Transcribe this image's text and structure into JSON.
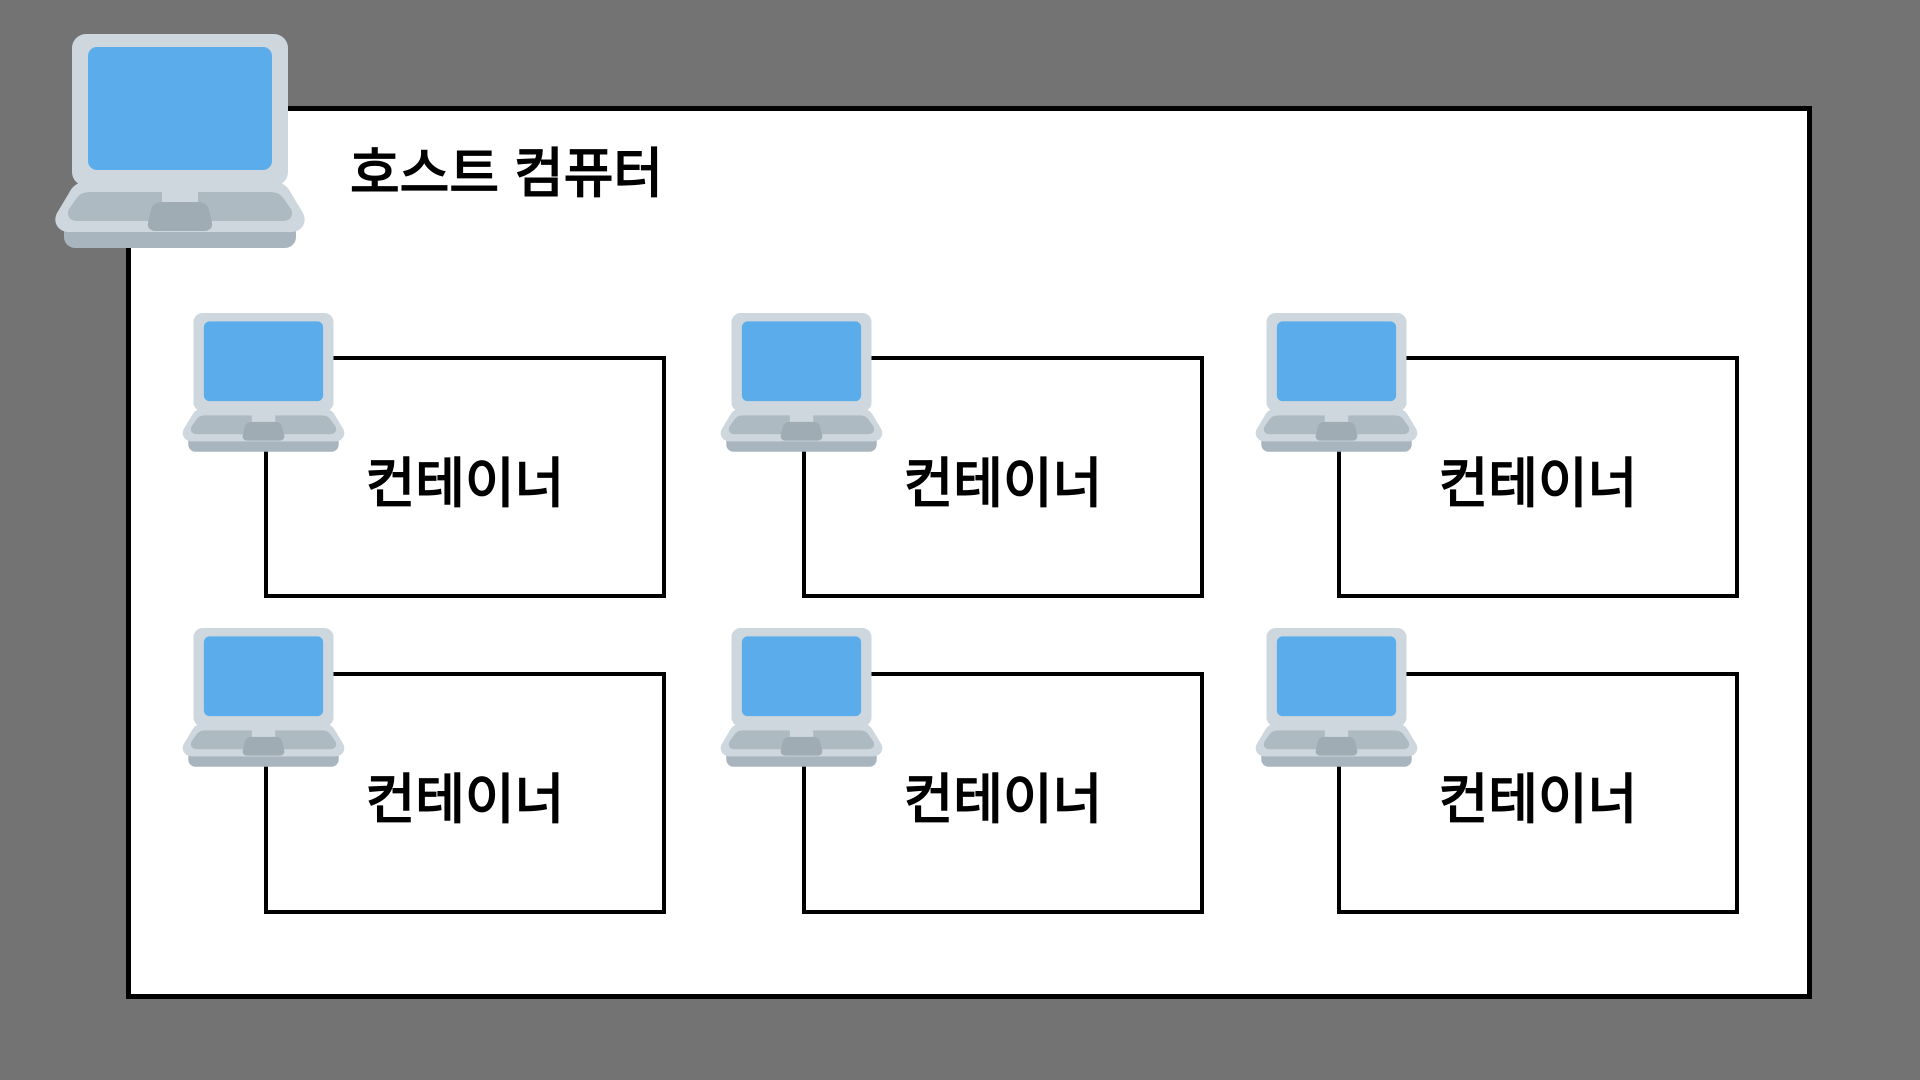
{
  "diagram": {
    "host": {
      "title": "호스트 컴퓨터"
    },
    "containers": [
      {
        "label": "컨테이너"
      },
      {
        "label": "컨테이너"
      },
      {
        "label": "컨테이너"
      },
      {
        "label": "컨테이너"
      },
      {
        "label": "컨테이너"
      },
      {
        "label": "컨테이너"
      }
    ]
  },
  "icons": {
    "laptop": "laptop-icon"
  },
  "colors": {
    "background": "#737373",
    "panel_fill": "#FFFFFF",
    "line": "#000000",
    "text": "#000000",
    "laptop_body": "#CED7DD",
    "laptop_screen": "#5BACEA",
    "laptop_keys": "#AEBAC2",
    "laptop_trackpad": "#9FACB4",
    "laptop_base": "#A9B5BE"
  }
}
